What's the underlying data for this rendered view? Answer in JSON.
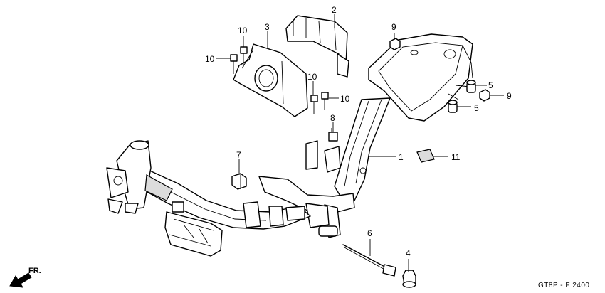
{
  "callouts": {
    "c1": "1",
    "c2": "2",
    "c3": "3",
    "c4": "4",
    "c5a": "5",
    "c5b": "5",
    "c6": "6",
    "c7": "7",
    "c8": "8",
    "c9a": "9",
    "c9b": "9",
    "c10a": "10",
    "c10b": "10",
    "c10c": "10",
    "c10d": "10",
    "c11": "11"
  },
  "direction_label": "FR.",
  "diagram_code": "GT8P - F 2400",
  "icons": {
    "direction": "front-direction-arrow-icon"
  }
}
